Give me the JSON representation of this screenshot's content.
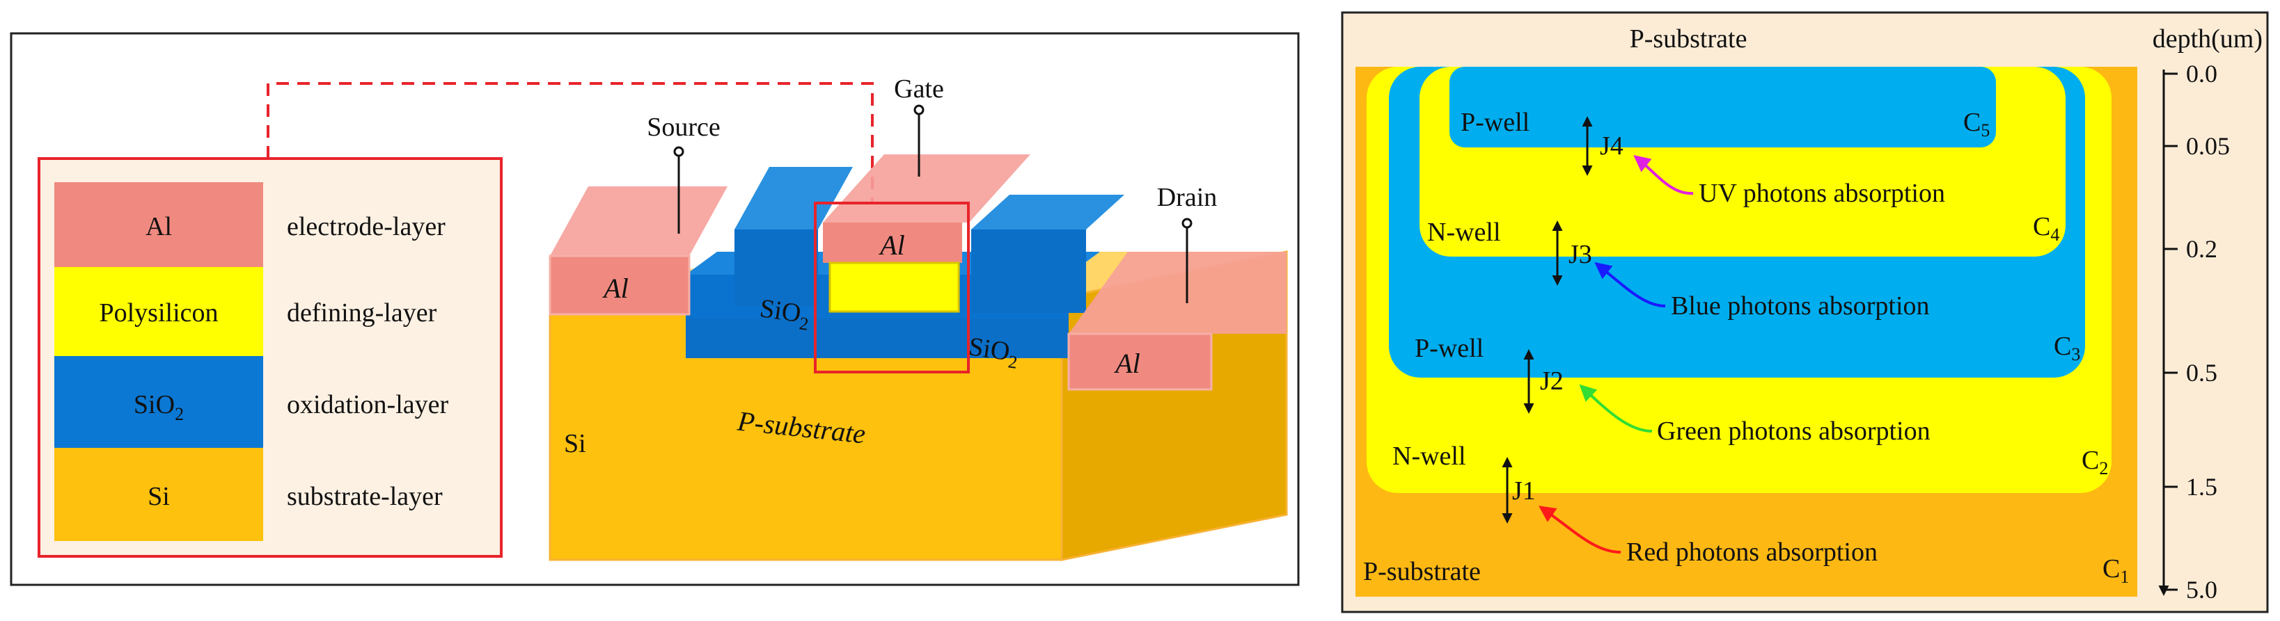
{
  "legend": {
    "rows": [
      {
        "material": "Al",
        "layer": "electrode-layer",
        "color": "#f08a80"
      },
      {
        "material": "Polysilicon",
        "layer": "defining-layer",
        "color": "#ffff00"
      },
      {
        "material": "SiO",
        "material_sub": "2",
        "layer": "oxidation-layer",
        "color": "#0b78d4"
      },
      {
        "material": "Si",
        "layer": "substrate-layer",
        "color": "#fdc10e"
      }
    ]
  },
  "mos": {
    "source": "Source",
    "gate": "Gate",
    "drain": "Drain",
    "al": "Al",
    "sio": "SiO",
    "sio_sub": "2",
    "si": "Si",
    "substrate": "P-substrate"
  },
  "photodiode": {
    "top_label": "P-substrate",
    "depth_label": "depth(um)",
    "depth_ticks": [
      "0.0",
      "0.05",
      "0.2",
      "0.5",
      "1.5",
      "5.0"
    ],
    "regions": [
      {
        "name": "P-substrate",
        "cap": "C",
        "cap_sub": "1",
        "color": "#fdb813"
      },
      {
        "name": "N-well",
        "cap": "C",
        "cap_sub": "2",
        "color": "#ffff00"
      },
      {
        "name": "P-well",
        "cap": "C",
        "cap_sub": "3",
        "color": "#00aeef"
      },
      {
        "name": "N-well",
        "cap": "C",
        "cap_sub": "4",
        "color": "#ffff00"
      },
      {
        "name": "P-well",
        "cap": "C",
        "cap_sub": "5",
        "color": "#00aeef"
      }
    ],
    "junctions": [
      "J1",
      "J2",
      "J3",
      "J4"
    ],
    "absorptions": [
      {
        "label": "Red photons absorption",
        "color": "#ff1a1a"
      },
      {
        "label": "Green photons absorption",
        "color": "#33dd33"
      },
      {
        "label": "Blue photons absorption",
        "color": "#1a1aff"
      },
      {
        "label": "UV photons absorption",
        "color": "#e020e0"
      }
    ]
  }
}
